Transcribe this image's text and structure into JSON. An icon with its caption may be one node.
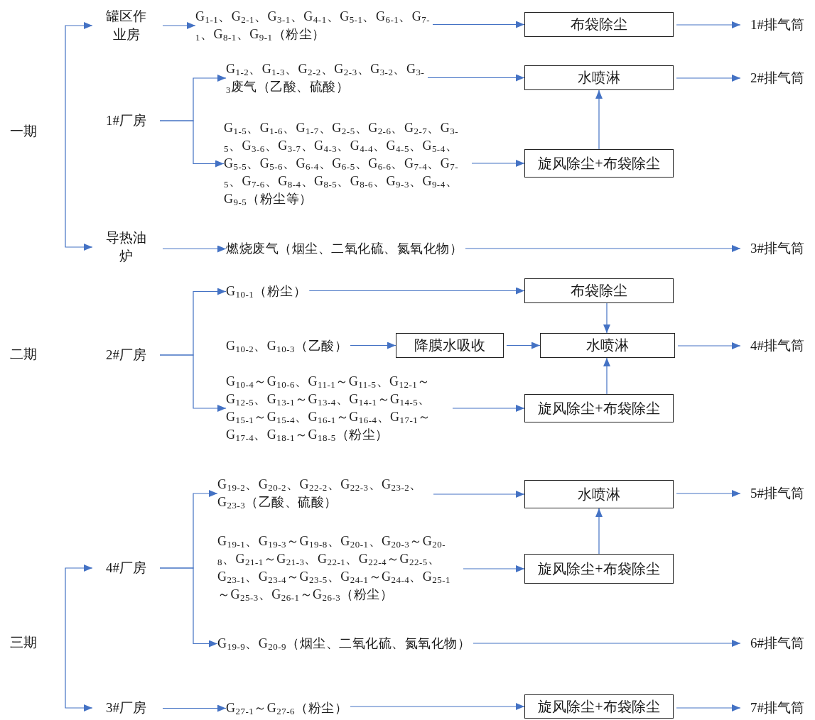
{
  "diagram": {
    "nodes": [
      {
        "text": [
          "一期"
        ]
      },
      {
        "text": [
          "罐区作业房"
        ]
      },
      {
        "text": [
          "1#厂房"
        ]
      },
      {
        "text": [
          "导热油炉"
        ]
      },
      {
        "text": [
          "G$_{1-1}$、G$_{2-1}$、G$_{3-1}$、G$_{4-1}$、G$_{5-1}$、G$_{6-1}$、G$_{7-1}$、G$_{8-1}$、G$_{9-1}$（粉尘）"
        ]
      },
      {
        "text": [
          "G$_{1-2}$、G$_{1-3}$、G$_{2-2}$、G$_{2-3}$、G$_{3-2}$、G$_{3-3}$废气（乙酸、硫酸）"
        ]
      },
      {
        "text": [
          "G$_{1-5}$、G$_{1-6}$、G$_{1-7}$、G$_{2-5}$、G$_{2-6}$、G$_{2-7}$、G$_{3-5}$、G$_{3-6}$、G$_{3-7}$、G$_{4-3}$、G$_{4-4}$、G$_{4-5}$、G$_{5-4}$、G$_{5-5}$、G$_{5-6}$、G$_{6-4}$、G$_{6-5}$、G$_{6-6}$、G$_{7-4}$、G$_{7-5}$、G$_{7-6}$、G$_{8-4}$、G$_{8-5}$、G$_{8-6}$、G$_{9-3}$、G$_{9-4}$、G$_{9-5}$（粉尘等）"
        ]
      },
      {
        "text": [
          "燃烧废气（烟尘、二氧化硫、氮氧化物）"
        ]
      },
      {
        "text": [
          "布袋除尘"
        ]
      },
      {
        "text": [
          "水喷淋"
        ]
      },
      {
        "text": [
          "旋风除尘+布袋除尘"
        ]
      },
      {
        "text": [
          "1#排气筒"
        ]
      },
      {
        "text": [
          "2#排气筒"
        ]
      },
      {
        "text": [
          "3#排气筒"
        ]
      },
      {
        "text": [
          "二期"
        ]
      },
      {
        "text": [
          "2#厂房"
        ]
      },
      {
        "text": [
          "G$_{10-1}$（粉尘）"
        ]
      },
      {
        "text": [
          "G$_{10-2}$、G$_{10-3}$（乙酸）"
        ]
      },
      {
        "text": [
          "G$_{10-4}$～G$_{10-6}$、G$_{11-1}$～G$_{11-5}$、G$_{12-1}$～G$_{12-5}$、G$_{13-1}$～G$_{13-4}$、G$_{14-1}$～G$_{14-5}$、G$_{15-1}$～G$_{15-4}$、G$_{16-1}$～G$_{16-4}$、G$_{17-1}$～G$_{17-4}$、G$_{18-1}$～G$_{18-5}$（粉尘）"
        ]
      },
      {
        "text": [
          "降膜水吸收"
        ]
      },
      {
        "text": [
          "布袋除尘"
        ]
      },
      {
        "text": [
          "水喷淋"
        ]
      },
      {
        "text": [
          "旋风除尘+布袋除尘"
        ]
      },
      {
        "text": [
          "4#排气筒"
        ]
      },
      {
        "text": [
          "三期"
        ]
      },
      {
        "text": [
          "4#厂房"
        ]
      },
      {
        "text": [
          "3#厂房"
        ]
      },
      {
        "text": [
          "G$_{19-2}$、G$_{20-2}$、G$_{22-2}$、G$_{22-3}$、G$_{23-2}$、G$_{23-3}$（乙酸、硫酸）"
        ]
      },
      {
        "text": [
          "G$_{19-1}$、G$_{19-3}$～G$_{19-8}$、G$_{20-1}$、G$_{20-3}$～G$_{20-8}$、G$_{21-1}$～G$_{21-3}$、G$_{22-1}$、G$_{22-4}$～G$_{22-5}$、G$_{23-1}$、G$_{23-4}$～G$_{23-5}$、G$_{24-1}$～G$_{24-4}$、G$_{25-1}$～G$_{25-3}$、G$_{26-1}$～G$_{26-3}$（粉尘）"
        ]
      },
      {
        "text": [
          "G$_{19-9}$、G$_{20-9}$（烟尘、二氧化硫、氮氧化物）"
        ]
      },
      {
        "text": [
          "G$_{27-1}$～G$_{27-6}$（粉尘）"
        ]
      },
      {
        "text": [
          "水喷淋"
        ]
      },
      {
        "text": [
          "旋风除尘+布袋除尘"
        ]
      },
      {
        "text": [
          "旋风除尘+布袋除尘"
        ]
      },
      {
        "text": [
          "5#排气筒"
        ]
      },
      {
        "text": [
          "6#排气筒"
        ]
      },
      {
        "text": [
          "7#排气筒"
        ]
      }
    ],
    "edges": [
      {
        "from": null,
        "to": 1,
        "arrow": "to"
      },
      {
        "from": null,
        "to": 3,
        "arrow": "to"
      },
      {
        "from": 1,
        "to": 4,
        "arrow": "to"
      },
      {
        "from": 4,
        "to": 8,
        "arrow": "to"
      },
      {
        "from": 8,
        "to": 11,
        "arrow": "to"
      },
      {
        "from": 2,
        "to": 5,
        "arrow": "to"
      },
      {
        "from": 2,
        "to": 6,
        "arrow": "to"
      },
      {
        "from": 5,
        "to": 9,
        "arrow": "to"
      },
      {
        "from": 6,
        "to": 10,
        "arrow": "to"
      },
      {
        "from": 10,
        "to": 9,
        "arrow": "to"
      },
      {
        "from": 9,
        "to": 12,
        "arrow": "to"
      },
      {
        "from": 3,
        "to": 7,
        "arrow": "to"
      },
      {
        "from": 7,
        "to": 13,
        "arrow": "to"
      },
      {
        "from": 15,
        "to": 16,
        "arrow": "to"
      },
      {
        "from": 15,
        "to": 18,
        "arrow": "to"
      },
      {
        "from": 16,
        "to": 20,
        "arrow": "to"
      },
      {
        "from": 20,
        "to": 21,
        "arrow": "to"
      },
      {
        "from": 17,
        "to": 19,
        "arrow": "to"
      },
      {
        "from": 19,
        "to": 21,
        "arrow": "to"
      },
      {
        "from": 18,
        "to": 22,
        "arrow": "to"
      },
      {
        "from": 22,
        "to": 21,
        "arrow": "to"
      },
      {
        "from": 21,
        "to": 23,
        "arrow": "to"
      },
      {
        "from": null,
        "to": 25,
        "arrow": "to"
      },
      {
        "from": null,
        "to": 26,
        "arrow": "to"
      },
      {
        "from": 25,
        "to": 27,
        "arrow": "to"
      },
      {
        "from": 25,
        "to": 29,
        "arrow": "to"
      },
      {
        "from": 27,
        "to": 31,
        "arrow": "to"
      },
      {
        "from": 28,
        "to": 32,
        "arrow": "to"
      },
      {
        "from": 32,
        "to": 31,
        "arrow": "to"
      },
      {
        "from": 31,
        "to": 34,
        "arrow": "to"
      },
      {
        "from": 29,
        "to": 35,
        "arrow": "to"
      },
      {
        "from": 26,
        "to": 30,
        "arrow": "to"
      },
      {
        "from": 30,
        "to": 33,
        "arrow": "to"
      },
      {
        "from": 33,
        "to": 36,
        "arrow": "to"
      }
    ]
  }
}
